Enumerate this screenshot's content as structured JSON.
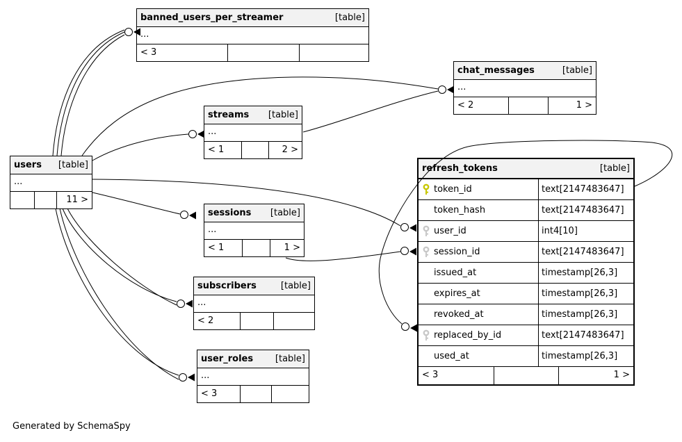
{
  "credit": "Generated by SchemaSpy",
  "colors": {
    "header_bg": "#f2f2f2",
    "line": "#000000",
    "primary_key": "#c8c800",
    "foreign_key": "#c8c8c8"
  },
  "tables": {
    "banned_users_per_streamer": {
      "name": "banned_users_per_streamer",
      "type_label": "[table]",
      "body": "...",
      "footer": [
        "< 3",
        "",
        ""
      ]
    },
    "chat_messages": {
      "name": "chat_messages",
      "type_label": "[table]",
      "body": "...",
      "footer": [
        "< 2",
        "",
        "1 >"
      ]
    },
    "streams": {
      "name": "streams",
      "type_label": "[table]",
      "body": "...",
      "footer": [
        "< 1",
        "",
        "2 >"
      ]
    },
    "users": {
      "name": "users",
      "type_label": "[table]",
      "body": "...",
      "footer": [
        "",
        "",
        "11 >"
      ]
    },
    "sessions": {
      "name": "sessions",
      "type_label": "[table]",
      "body": "...",
      "footer": [
        "< 1",
        "",
        "1 >"
      ]
    },
    "subscribers": {
      "name": "subscribers",
      "type_label": "[table]",
      "body": "...",
      "footer": [
        "< 2",
        "",
        ""
      ]
    },
    "user_roles": {
      "name": "user_roles",
      "type_label": "[table]",
      "body": "...",
      "footer": [
        "< 3",
        "",
        ""
      ]
    },
    "refresh_tokens": {
      "name": "refresh_tokens",
      "type_label": "[table]",
      "columns": [
        {
          "name": "token_id",
          "type": "text[2147483647]",
          "key": "primary"
        },
        {
          "name": "token_hash",
          "type": "text[2147483647]",
          "key": ""
        },
        {
          "name": "user_id",
          "type": "int4[10]",
          "key": "foreign"
        },
        {
          "name": "session_id",
          "type": "text[2147483647]",
          "key": "foreign"
        },
        {
          "name": "issued_at",
          "type": "timestamp[26,3]",
          "key": ""
        },
        {
          "name": "expires_at",
          "type": "timestamp[26,3]",
          "key": ""
        },
        {
          "name": "revoked_at",
          "type": "timestamp[26,3]",
          "key": ""
        },
        {
          "name": "replaced_by_id",
          "type": "text[2147483647]",
          "key": "foreign"
        },
        {
          "name": "used_at",
          "type": "timestamp[26,3]",
          "key": ""
        }
      ],
      "footer": [
        "< 3",
        "",
        "1 >"
      ]
    }
  }
}
